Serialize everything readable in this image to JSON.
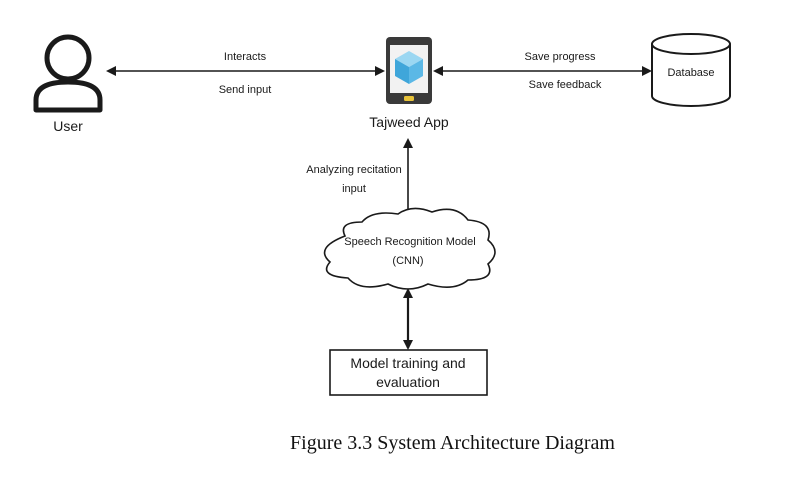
{
  "nodes": {
    "user": {
      "label": "User"
    },
    "app": {
      "label": "Tajweed App"
    },
    "database": {
      "label": "Database"
    },
    "model": {
      "line1": "Speech Recognition Model",
      "line2": "(CNN)"
    },
    "training": {
      "line1": "Model training and",
      "line2": "evaluation"
    }
  },
  "edges": {
    "user_app": {
      "label_top": "Interacts",
      "label_bottom": "Send input"
    },
    "app_db": {
      "label_top": "Save progress",
      "label_bottom": "Save feedback"
    },
    "app_model": {
      "line1": "Analyzing recitation",
      "line2": "input"
    }
  },
  "caption": "Figure 3.3 System Architecture Diagram",
  "colors": {
    "phone_body": "#3a3a3a",
    "cube": "#5bb8e6",
    "phone_button": "#e8c33a",
    "stroke": "#1a1a1a"
  }
}
